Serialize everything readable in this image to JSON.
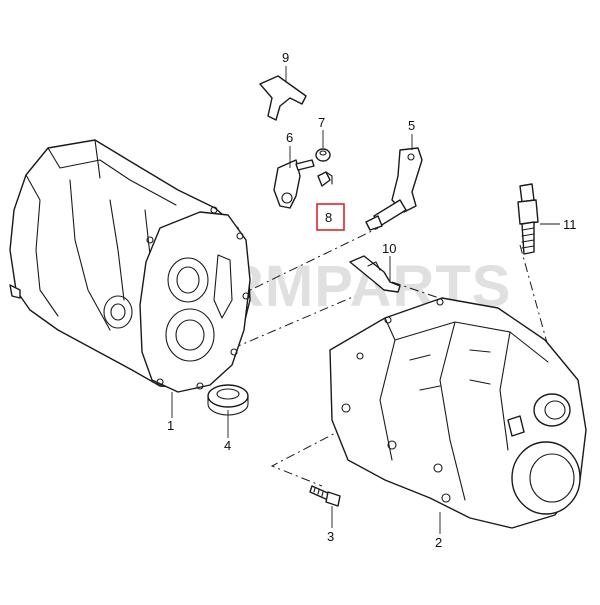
{
  "diagram": {
    "watermark": "RMPARTS",
    "highlight_color": "#e0242b",
    "line_color": "#1a1a1a",
    "callouts": [
      {
        "id": "1",
        "label": "1"
      },
      {
        "id": "2",
        "label": "2"
      },
      {
        "id": "3",
        "label": "3"
      },
      {
        "id": "4",
        "label": "4"
      },
      {
        "id": "5",
        "label": "5"
      },
      {
        "id": "6",
        "label": "6"
      },
      {
        "id": "7",
        "label": "7"
      },
      {
        "id": "8",
        "label": "8",
        "highlighted": true
      },
      {
        "id": "9",
        "label": "9"
      },
      {
        "id": "10",
        "label": "10"
      },
      {
        "id": "11",
        "label": "11"
      }
    ]
  }
}
